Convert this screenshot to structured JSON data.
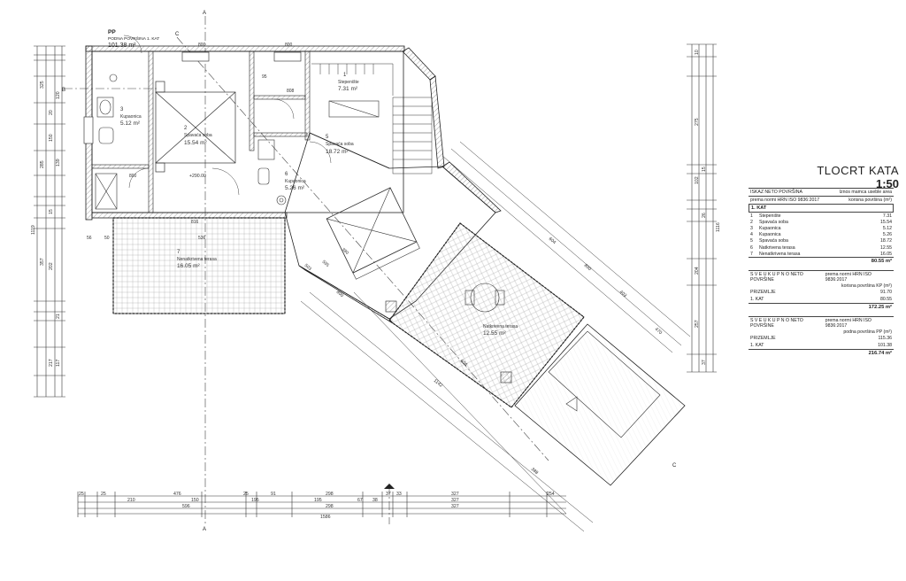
{
  "header": {
    "code": "PP",
    "floor_area_label": "PODNA POVRŠINA 1. KAT",
    "floor_area_value": "101.38 m²"
  },
  "sheet": {
    "title": "TLOCRT KATA",
    "scale": "1:50"
  },
  "rooms": [
    {
      "num": "1",
      "name": "Stepenište",
      "area": "7.31 m²"
    },
    {
      "num": "2",
      "name": "Spavaća soba",
      "area": "15.54 m²"
    },
    {
      "num": "3",
      "name": "Kupaonica",
      "area": "5.12 m²"
    },
    {
      "num": "5",
      "name": "Spavaća soba",
      "area": "18.72 m²"
    },
    {
      "num": "6",
      "name": "Kupaonica",
      "area": "5.26 m²"
    },
    {
      "num": "7",
      "name": "Nenatkrivena terasa",
      "area": "16.05 m²"
    },
    {
      "num": "",
      "name": "Natkrivena terasa",
      "area": "12.55 m²"
    }
  ],
  "level_mark": "+290.00",
  "sections": {
    "a": "A",
    "b": "B",
    "c": "C"
  },
  "table": {
    "heading": "ISKAZ NETO POVRŠINA",
    "col1": "prema normi HRN ISO 9836:2017",
    "col2": "korisna površina (m²)",
    "col0": "Iznos mamca useble area",
    "section_label": "1. KAT",
    "rows": [
      {
        "n": "1",
        "name": "Stepenište",
        "v": "7.31"
      },
      {
        "n": "2",
        "name": "Spavaća soba",
        "v": "15.54"
      },
      {
        "n": "3",
        "name": "Kupaonica",
        "v": "5.12"
      },
      {
        "n": "4",
        "name": "Kupaonica",
        "v": "5.26"
      },
      {
        "n": "5",
        "name": "Spavaća soba",
        "v": "18.72"
      },
      {
        "n": "6",
        "name": "Natkrivena terasa",
        "v": "12.55"
      },
      {
        "n": "7",
        "name": "Nenatkrivena terasa",
        "v": "16.05"
      }
    ],
    "section_total": "80.55 m²",
    "sum1_title": "S V E U K U P N O  NETO POVRŠINE",
    "sum1_norm": "prema normi HRN ISO 9836:2017",
    "sum1_col": "korisna površina KP (m²)",
    "sum1_rows": [
      {
        "name": "PRIZEMLJE",
        "v": "91.70"
      },
      {
        "name": "1. KAT",
        "v": "80.55"
      }
    ],
    "sum1_total": "172.25 m²",
    "sum2_title": "S V E U K U P N O  NETO POVRŠINE",
    "sum2_norm": "prema normi HRN ISO 9836:2017",
    "sum2_col": "podna površina PP (m²)",
    "sum2_rows": [
      {
        "name": "PRIZEMLJE",
        "v": "115.36"
      },
      {
        "name": "1. KAT",
        "v": "101.38"
      }
    ],
    "sum2_total": "216.74 m²"
  },
  "dims_bottom_1": [
    "25",
    "25",
    "476",
    "25",
    "91",
    "298",
    "37",
    "33",
    "327",
    "254"
  ],
  "dims_bottom_2": [
    "210",
    "150",
    "195",
    "195",
    "67",
    "38",
    "327"
  ],
  "dims_bottom_3": [
    "596",
    "298",
    "327"
  ],
  "dims_bottom_total": "1586",
  "dims_left": [
    "325",
    "20",
    "150",
    "120",
    "139",
    "285",
    "15",
    "202",
    "357",
    "21",
    "217",
    "117"
  ],
  "dims_right": [
    "10",
    "275",
    "15",
    "102",
    "26",
    "204",
    "257",
    "37"
  ],
  "dims_left_total": "1119",
  "dims_right_total": "1116",
  "inner_dims": [
    "536",
    "816",
    "808",
    "56",
    "50",
    "95",
    "800",
    "800",
    "595",
    "380",
    "503",
    "800"
  ],
  "diag_dims": [
    "1142",
    "604",
    "388",
    "604",
    "800",
    "403",
    "470",
    "800"
  ]
}
